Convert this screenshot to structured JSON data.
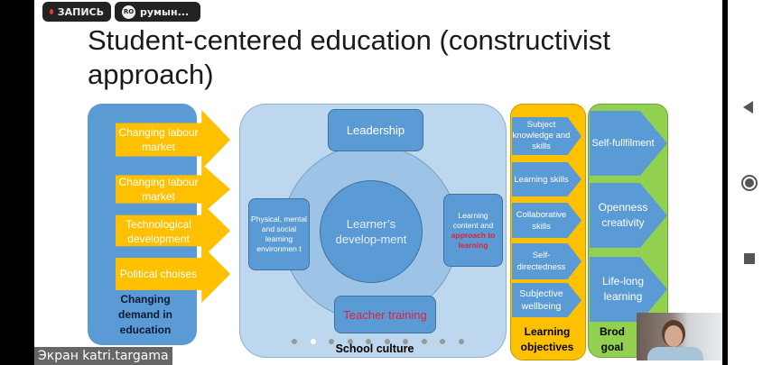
{
  "recording": {
    "label": "ЗАПИСЬ",
    "participant_initials": "RO",
    "participant_name": "румын..."
  },
  "slide": {
    "title": "Student-centered education (constructivist approach)",
    "demand": {
      "items": [
        "Changing labour market",
        "Changing labour market",
        "Technological development",
        "Political choises"
      ],
      "label": "Changing demand in education"
    },
    "school": {
      "leadership": "Leadership",
      "center": "Learner’s develop-ment",
      "environment": "Physical, mental and social learning environmen t",
      "content_plain": "Learning content and",
      "content_red": "approach to learning",
      "teacher": "Teacher training",
      "label": "School culture"
    },
    "objectives": {
      "items": [
        "Subject knowledge and skills",
        "Learning skills",
        "Collaborative skills",
        "Self-directedness",
        "Subjective wellbeing"
      ],
      "label": "Learning objectives"
    },
    "goals": {
      "items": [
        "Self-fullfilment",
        "Openness creativity",
        "Life-long learning"
      ],
      "label": "Brod goal"
    }
  },
  "screen_label": "Экран katri.targama",
  "pager": {
    "count": 10,
    "active": 1
  },
  "colors": {
    "blue": "#5b9bd5",
    "yellow": "#ffc000",
    "green": "#92d050",
    "red": "#e0203a"
  }
}
